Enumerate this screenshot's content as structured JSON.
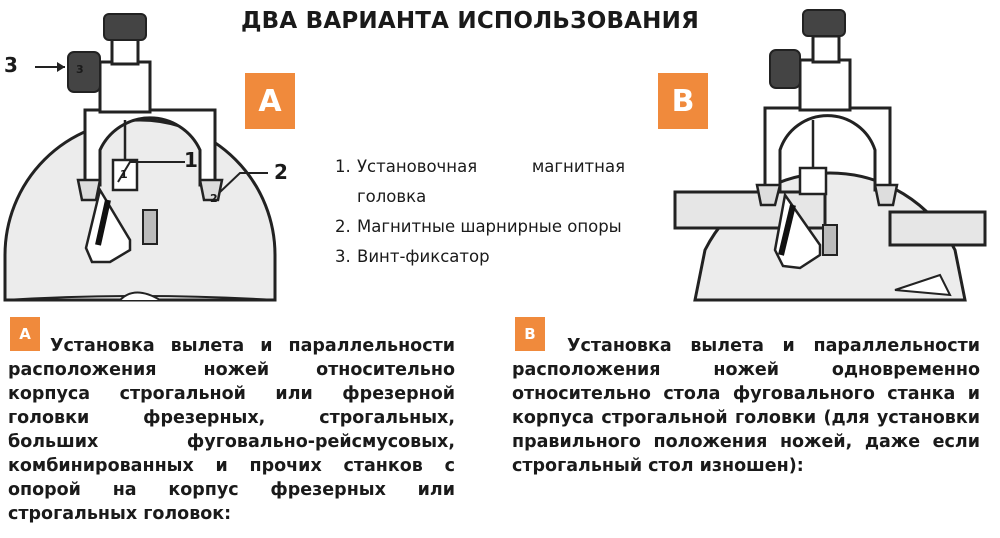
{
  "title": "ДВА ВАРИАНТА ИСПОЛЬЗОВАНИЯ",
  "badges": {
    "a": "A",
    "b": "B"
  },
  "callouts": {
    "one": "1",
    "two": "2",
    "three": "3",
    "knob_mark": "3",
    "foot_mark": "2",
    "head_mark": "1"
  },
  "legend": [
    {
      "num": "1.",
      "text": "Установочная магнитная головка"
    },
    {
      "num": "2.",
      "text": "Магнитные шарнирные опоры"
    },
    {
      "num": "3.",
      "text": "Винт-фиксатор"
    }
  ],
  "sections": {
    "a": {
      "badge": "A",
      "text": "Установка вылета и параллельности расположения ножей относительно корпуса строгальной или фрезерной головки фрезерных, строгальных, больших фуговально-рейсмусовых, комбинированных и прочих станков с опорой на корпус фрезерных или строгальных головок:"
    },
    "b": {
      "badge": "B",
      "text": "Установка вылета и параллельности расположения ножей одновременно относительно стола фуговального станка и корпуса строгальной головки (для установки правильного положения ножей, даже если строгальный стол изношен):"
    }
  },
  "colors": {
    "accent": "#f08a3c",
    "ink": "#1a1a1a"
  }
}
